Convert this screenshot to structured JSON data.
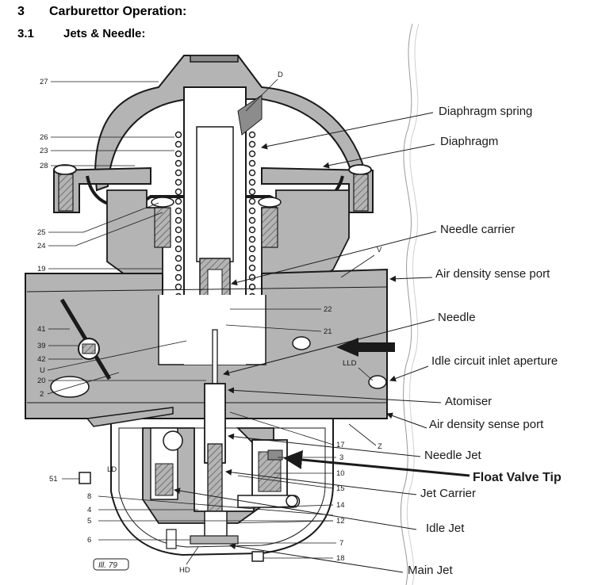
{
  "section": {
    "number": "3",
    "title": "Carburettor Operation:",
    "sub_number": "3.1",
    "sub_title": "Jets & Needle:"
  },
  "diagram": {
    "plate": "Ill. 79",
    "part_numbers_left": [
      "27",
      "26",
      "23",
      "28",
      "25",
      "24",
      "19",
      "41",
      "39",
      "42",
      "U",
      "20",
      "2",
      "51",
      "LD",
      "8",
      "4",
      "5",
      "6",
      "HD"
    ],
    "part_numbers_right": [
      "D",
      "V",
      "22",
      "21",
      "LLD",
      "Z",
      "17",
      "3",
      "10",
      "15",
      "14",
      "12",
      "7",
      "18"
    ],
    "callouts": [
      "Diaphragm spring",
      "Diaphragm",
      "Needle carrier",
      "Air density sense port",
      "Needle",
      "Idle circuit inlet aperture",
      "Atomiser",
      "Air density sense port",
      "Needle Jet",
      "Float Valve Tip",
      "Jet Carrier",
      "Idle Jet",
      "Main Jet"
    ]
  },
  "colors": {
    "ink": "#1a1a1a",
    "shade": "#b4b4b4",
    "shade_dark": "#8c8c8c",
    "paper": "#ffffff"
  }
}
